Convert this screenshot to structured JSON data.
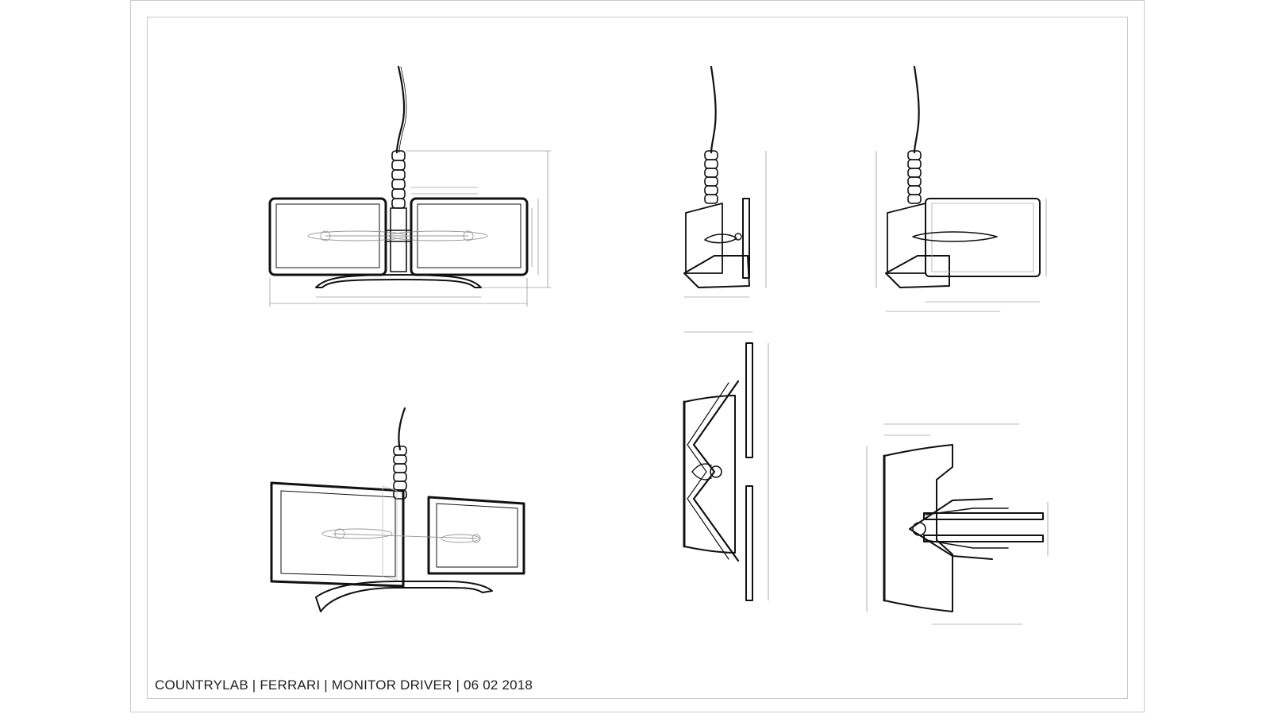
{
  "title_block": {
    "caption": "COUNTRYLAB | FERRARI | MONITOR DRIVER | 06 02 2018"
  },
  "views": [
    {
      "id": "front",
      "name": "front-view"
    },
    {
      "id": "side",
      "name": "side-view"
    },
    {
      "id": "side-extended",
      "name": "side-extended-view"
    },
    {
      "id": "perspective",
      "name": "perspective-view"
    },
    {
      "id": "top",
      "name": "top-view"
    },
    {
      "id": "top-folded",
      "name": "top-folded-view"
    }
  ],
  "colors": {
    "line": "#111111",
    "thin": "#777777",
    "ghost": "#b8b8b8",
    "border": "#c8c8c8"
  }
}
